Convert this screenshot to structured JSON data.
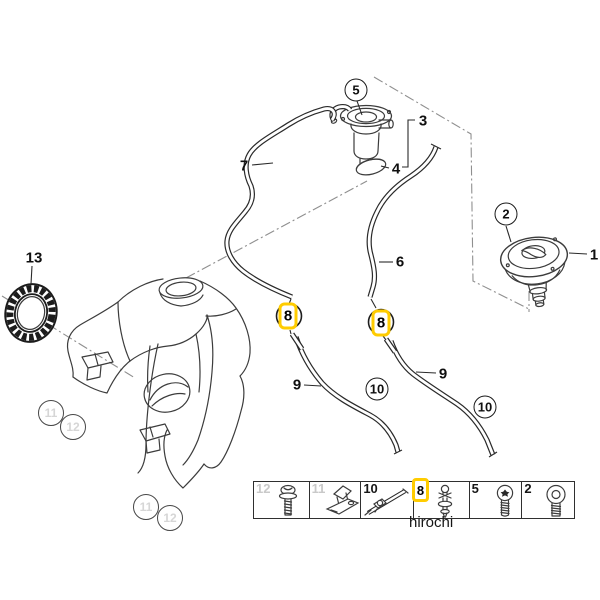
{
  "diagram": {
    "type": "motorcycle-fuel-tank-parts-fiche",
    "background": "#ffffff",
    "line_color": "#2a2a2a",
    "muted_color": "#c9c9c9",
    "highlight_color": "#ffcc00"
  },
  "callouts": {
    "plain": [
      {
        "label": "13"
      },
      {
        "label": "7"
      },
      {
        "label": "3"
      },
      {
        "label": "4"
      },
      {
        "label": "6"
      },
      {
        "label": "1"
      },
      {
        "label": "9"
      },
      {
        "label": "9"
      }
    ],
    "circled": [
      {
        "label": "5"
      },
      {
        "label": "2"
      },
      {
        "label": "10"
      },
      {
        "label": "10"
      }
    ],
    "ghost": [
      {
        "label": "11"
      },
      {
        "label": "12"
      },
      {
        "label": "11"
      },
      {
        "label": "12"
      }
    ],
    "highlighted": [
      {
        "label": "8"
      },
      {
        "label": "8"
      }
    ]
  },
  "legend": {
    "cells": [
      {
        "number": "12",
        "icon": "flange-bolt-icon",
        "muted": true,
        "highlighted": false
      },
      {
        "number": "11",
        "icon": "clamp-bracket-icon",
        "muted": true,
        "highlighted": false
      },
      {
        "number": "10",
        "icon": "fuel-line-icon",
        "muted": false,
        "highlighted": false
      },
      {
        "number": "8",
        "icon": "connector-valve-icon",
        "muted": false,
        "highlighted": true
      },
      {
        "number": "5",
        "icon": "torx-screw-icon",
        "muted": false,
        "highlighted": false
      },
      {
        "number": "2",
        "icon": "socket-screw-icon",
        "muted": false,
        "highlighted": false
      }
    ]
  },
  "watermark": {
    "text": "hirochi"
  }
}
